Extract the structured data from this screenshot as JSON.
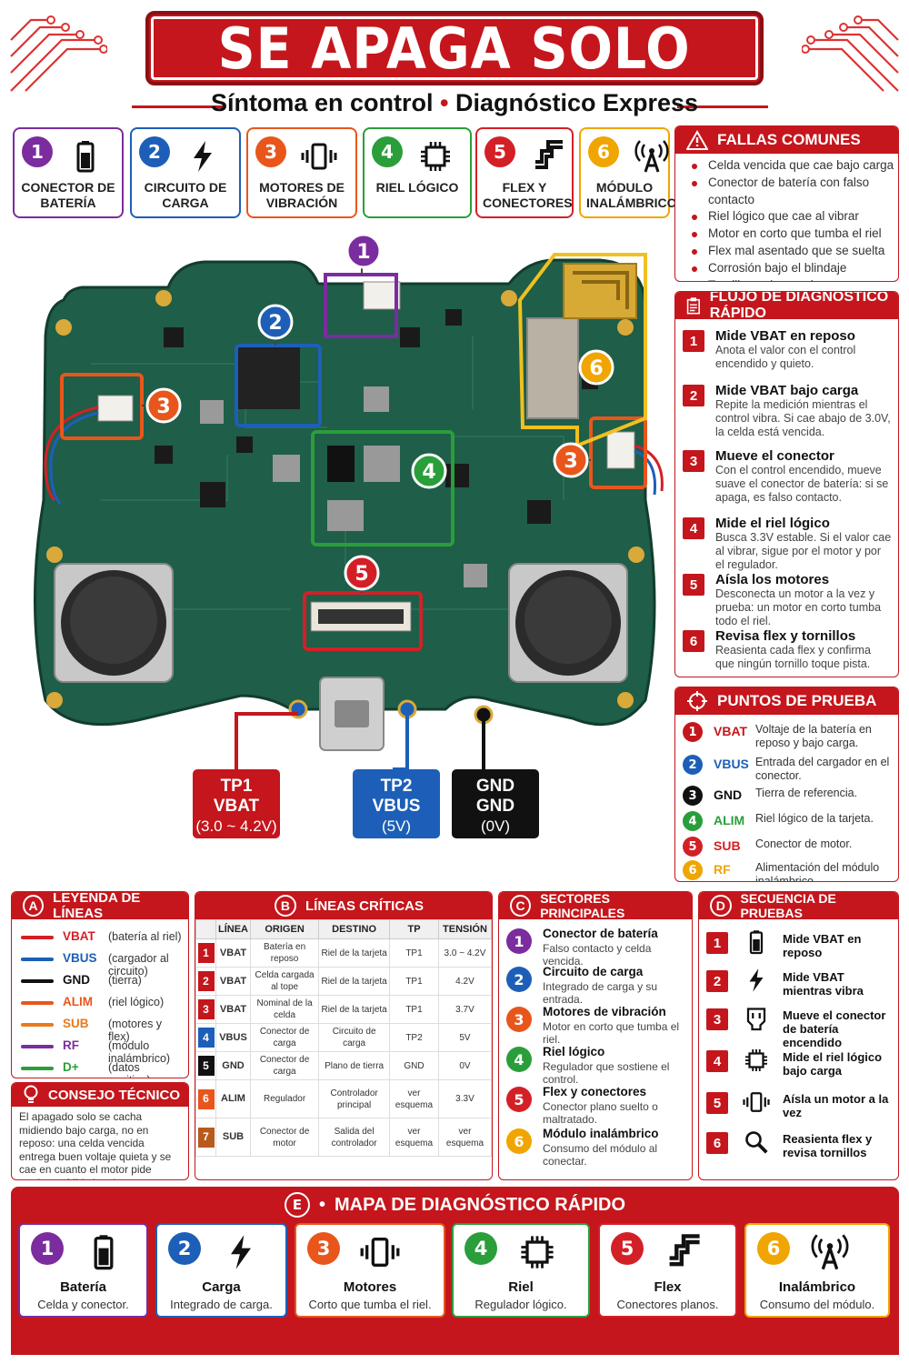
{
  "title": "SE APAGA SOLO",
  "subtitle": {
    "left": "Síntoma en control",
    "sep": "•",
    "right": "Diagnóstico Express"
  },
  "colors": {
    "red": "#c4161c",
    "purple": "#7b2c9e",
    "blue": "#1d5fb8",
    "orange": "#e8561c",
    "green": "#2a9e3a",
    "red2": "#d32027",
    "gold": "#f0a500",
    "black": "#111111"
  },
  "top_cards": [
    {
      "n": "1",
      "label": "CONECTOR DE BATERÍA",
      "icon": "battery-icon",
      "color": "#7b2c9e"
    },
    {
      "n": "2",
      "label": "CIRCUITO DE CARGA",
      "icon": "lightning-icon",
      "color": "#1d5fb8"
    },
    {
      "n": "3",
      "label": "MOTORES DE VIBRACIÓN",
      "icon": "vibration-icon",
      "color": "#e8561c"
    },
    {
      "n": "4",
      "label": "RIEL LÓGICO",
      "icon": "chip-icon",
      "color": "#2a9e3a"
    },
    {
      "n": "5",
      "label": "FLEX Y CONECTORES",
      "icon": "flex-icon",
      "color": "#d32027"
    },
    {
      "n": "6",
      "label": "MÓDULO INALÁMBRICO",
      "icon": "antenna-icon",
      "color": "#f0a500"
    }
  ],
  "fallas": {
    "title": "FALLAS COMUNES",
    "items": [
      "Celda vencida que cae bajo carga",
      "Conector de batería con falso contacto",
      "Riel lógico que cae al vibrar",
      "Motor en corto que tumba el riel",
      "Flex mal asentado que se suelta",
      "Corrosión bajo el blindaje",
      "Tornillo suelto que hace contacto"
    ]
  },
  "flujo": {
    "title": "FLUJO DE DIAGNÓSTICO RÁPIDO",
    "steps": [
      {
        "n": "1",
        "t": "Mide VBAT en reposo",
        "d": "Anota el valor con el control encendido y quieto."
      },
      {
        "n": "2",
        "t": "Mide VBAT bajo carga",
        "d": "Repite la medición mientras el control vibra. Si cae abajo de 3.0V, la celda está vencida."
      },
      {
        "n": "3",
        "t": "Mueve el conector",
        "d": "Con el control encendido, mueve suave el conector de batería: si se apaga, es falso contacto."
      },
      {
        "n": "4",
        "t": "Mide el riel lógico",
        "d": "Busca 3.3V estable. Si el valor cae al vibrar, sigue por el motor y por el regulador."
      },
      {
        "n": "5",
        "t": "Aísla los motores",
        "d": "Desconecta un motor a la vez y prueba: un motor en corto tumba todo el riel."
      },
      {
        "n": "6",
        "t": "Revisa flex y tornillos",
        "d": "Reasienta cada flex y confirma que ningún tornillo toque pista."
      }
    ]
  },
  "puntos": {
    "title": "PUNTOS DE PRUEBA",
    "rows": [
      {
        "n": "1",
        "name": "VBAT",
        "d": "Voltaje de la batería en reposo y bajo carga.",
        "color": "#c4161c"
      },
      {
        "n": "2",
        "name": "VBUS",
        "d": "Entrada del cargador en el conector.",
        "color": "#1d5fb8"
      },
      {
        "n": "3",
        "name": "GND",
        "d": "Tierra de referencia.",
        "color": "#111111"
      },
      {
        "n": "4",
        "name": "ALIM",
        "d": "Riel lógico de la tarjeta.",
        "color": "#2a9e3a"
      },
      {
        "n": "5",
        "name": "SUB",
        "d": "Conector de motor.",
        "color": "#d32027"
      },
      {
        "n": "6",
        "name": "RF",
        "d": "Alimentación del módulo inalámbrico.",
        "color": "#f0a500"
      }
    ]
  },
  "board_markers": [
    "1",
    "2",
    "3",
    "4",
    "5",
    "6",
    "3"
  ],
  "testpoints": [
    {
      "name": "TP1",
      "sig": "VBAT",
      "v": "(3.0 ~ 4.2V)",
      "color": "#c4161c"
    },
    {
      "name": "TP2",
      "sig": "VBUS",
      "v": "(5V)",
      "color": "#1d5fb8"
    },
    {
      "name": "GND",
      "sig": "GND",
      "v": "(0V)",
      "color": "#111111"
    }
  ],
  "leyenda": {
    "letter": "A",
    "title": "LEYENDA DE LÍNEAS",
    "rows": [
      {
        "name": "VBAT",
        "d": "(batería al riel)",
        "color": "#d32027"
      },
      {
        "name": "VBUS",
        "d": "(cargador al circuito)",
        "color": "#1d5fb8"
      },
      {
        "name": "GND",
        "d": "(tierra)",
        "color": "#111111"
      },
      {
        "name": "ALIM",
        "d": "(riel lógico)",
        "color": "#e8561c"
      },
      {
        "name": "SUB",
        "d": "(motores y flex)",
        "color": "#e87a1c"
      },
      {
        "name": "RF",
        "d": "(módulo inalámbrico)",
        "color": "#7b2c9e"
      },
      {
        "name": "D+",
        "d": "(datos positiva)",
        "color": "#2a9e3a"
      }
    ]
  },
  "consejo": {
    "title": "CONSEJO TÉCNICO",
    "text": "El apagado solo se cacha midiendo bajo carga, no en reposo: una celda vencida entrega buen voltaje quieta y se cae en cuanto el motor pide corriente. Mide las dos veces y compara."
  },
  "lineas": {
    "letter": "B",
    "title": "LÍNEAS CRÍTICAS",
    "headers": [
      "LÍNEA",
      "ORIGEN",
      "DESTINO",
      "TP",
      "TENSIÓN"
    ],
    "rows": [
      {
        "n": "1",
        "line": "VBAT",
        "origin": "Batería en reposo",
        "dest": "Riel de la tarjeta",
        "tp": "TP1",
        "v": "3.0 ~ 4.2V",
        "color": "#c4161c"
      },
      {
        "n": "2",
        "line": "VBAT",
        "origin": "Celda cargada al tope",
        "dest": "Riel de la tarjeta",
        "tp": "TP1",
        "v": "4.2V",
        "color": "#c4161c"
      },
      {
        "n": "3",
        "line": "VBAT",
        "origin": "Nominal de la celda",
        "dest": "Riel de la tarjeta",
        "tp": "TP1",
        "v": "3.7V",
        "color": "#c4161c"
      },
      {
        "n": "4",
        "line": "VBUS",
        "origin": "Conector de carga",
        "dest": "Circuito de carga",
        "tp": "TP2",
        "v": "5V",
        "color": "#1d5fb8"
      },
      {
        "n": "5",
        "line": "GND",
        "origin": "Conector de carga",
        "dest": "Plano de tierra",
        "tp": "GND",
        "v": "0V",
        "color": "#111111"
      },
      {
        "n": "6",
        "line": "ALIM",
        "origin": "Regulador",
        "dest": "Controlador principal",
        "tp": "ver esquema",
        "v": "3.3V",
        "color": "#e8561c"
      },
      {
        "n": "7",
        "line": "SUB",
        "origin": "Conector de motor",
        "dest": "Salida del controlador",
        "tp": "ver esquema",
        "v": "ver esquema",
        "color": "#b85a1c"
      }
    ]
  },
  "sectores": {
    "letter": "C",
    "title": "SECTORES PRINCIPALES",
    "rows": [
      {
        "n": "1",
        "t": "Conector de batería",
        "d": "Falso contacto y celda vencida.",
        "color": "#7b2c9e"
      },
      {
        "n": "2",
        "t": "Circuito de carga",
        "d": "Integrado de carga y su entrada.",
        "color": "#1d5fb8"
      },
      {
        "n": "3",
        "t": "Motores de vibración",
        "d": "Motor en corto que tumba el riel.",
        "color": "#e8561c"
      },
      {
        "n": "4",
        "t": "Riel lógico",
        "d": "Regulador que sostiene el control.",
        "color": "#2a9e3a"
      },
      {
        "n": "5",
        "t": "Flex y conectores",
        "d": "Conector plano suelto o maltratado.",
        "color": "#d32027"
      },
      {
        "n": "6",
        "t": "Módulo inalámbrico",
        "d": "Consumo del módulo al conectar.",
        "color": "#f0a500"
      }
    ]
  },
  "secuencia": {
    "letter": "D",
    "title": "SECUENCIA DE PRUEBAS",
    "rows": [
      {
        "n": "1",
        "t": "Mide VBAT en reposo",
        "icon": "battery-icon"
      },
      {
        "n": "2",
        "t": "Mide VBAT mientras vibra",
        "icon": "lightning-icon"
      },
      {
        "n": "3",
        "t": "Mueve el conector de batería encendido",
        "icon": "connector-icon"
      },
      {
        "n": "4",
        "t": "Mide el riel lógico bajo carga",
        "icon": "chip-icon"
      },
      {
        "n": "5",
        "t": "Aísla un motor a la vez",
        "icon": "vibration-icon"
      },
      {
        "n": "6",
        "t": "Reasienta flex y revisa tornillos",
        "icon": "magnifier-icon"
      }
    ]
  },
  "mapa": {
    "letter": "E",
    "title": "MAPA DE DIAGNÓSTICO RÁPIDO",
    "sep": "•",
    "cards": [
      {
        "n": "1",
        "t": "Batería",
        "d": "Celda y conector.",
        "icon": "battery-icon",
        "color": "#7b2c9e"
      },
      {
        "n": "2",
        "t": "Carga",
        "d": "Integrado de carga.",
        "icon": "lightning-icon",
        "color": "#1d5fb8"
      },
      {
        "n": "3",
        "t": "Motores",
        "d": "Corto que tumba el riel.",
        "icon": "vibration-icon",
        "color": "#e8561c"
      },
      {
        "n": "4",
        "t": "Riel",
        "d": "Regulador lógico.",
        "icon": "chip-icon",
        "color": "#2a9e3a"
      },
      {
        "n": "5",
        "t": "Flex",
        "d": "Conectores planos.",
        "icon": "flex-icon",
        "color": "#d32027"
      },
      {
        "n": "6",
        "t": "Inalámbrico",
        "d": "Consumo del módulo.",
        "icon": "antenna-icon",
        "color": "#f0a500"
      }
    ]
  }
}
